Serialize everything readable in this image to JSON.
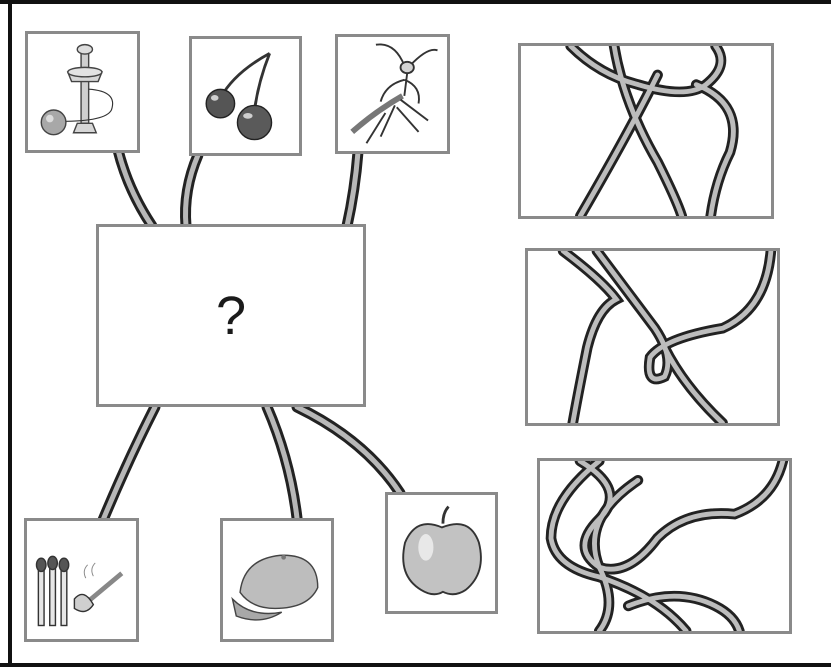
{
  "puzzle": {
    "center_box": {
      "text": "?"
    },
    "top_items": [
      {
        "icon": "kendama-icon"
      },
      {
        "icon": "cherries-icon"
      },
      {
        "icon": "praying-mantis-icon"
      }
    ],
    "bottom_items": [
      {
        "icon": "matches-icon"
      },
      {
        "icon": "flat-cap-icon"
      },
      {
        "icon": "apple-icon"
      }
    ],
    "answer_options": [
      {
        "icon": "tangled-ropes-option-1"
      },
      {
        "icon": "tangled-ropes-option-2"
      },
      {
        "icon": "tangled-ropes-option-3"
      }
    ]
  },
  "colors": {
    "card_border": "#8a8a8a",
    "rope_outer": "#222222",
    "rope_inner": "#b8b8b8",
    "frame": "#111111"
  }
}
